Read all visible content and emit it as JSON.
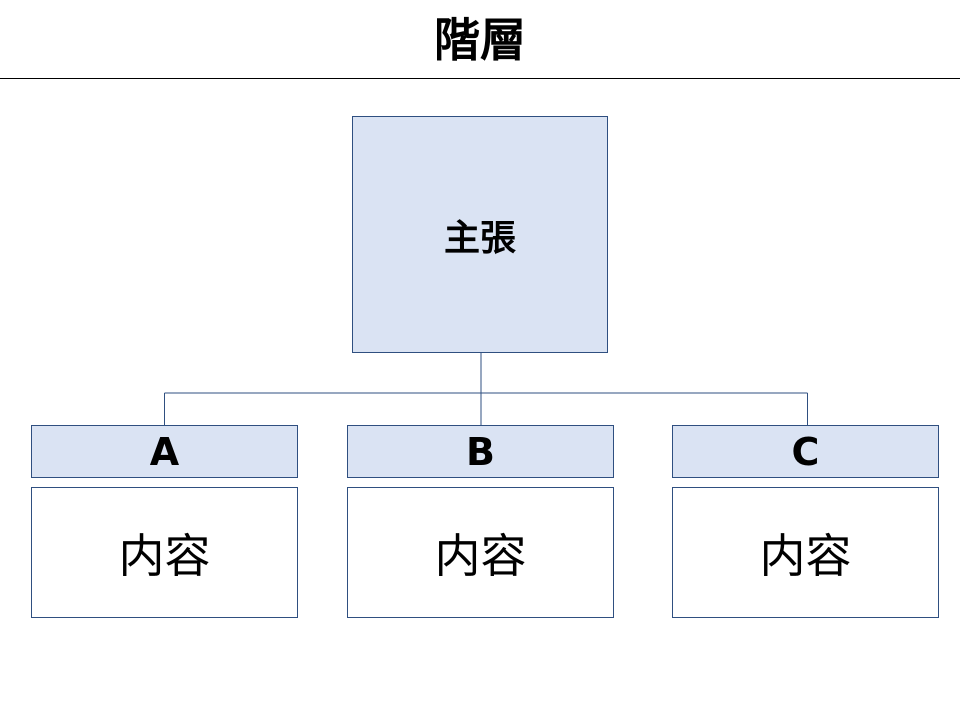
{
  "title": "階層",
  "root": {
    "label": "主張"
  },
  "children": [
    {
      "heading": "A",
      "content": "内容"
    },
    {
      "heading": "B",
      "content": "内容"
    },
    {
      "heading": "C",
      "content": "内容"
    }
  ],
  "colors": {
    "box_fill": "#dae3f3",
    "box_border": "#2f4f80",
    "connector": "#2f4f80"
  }
}
